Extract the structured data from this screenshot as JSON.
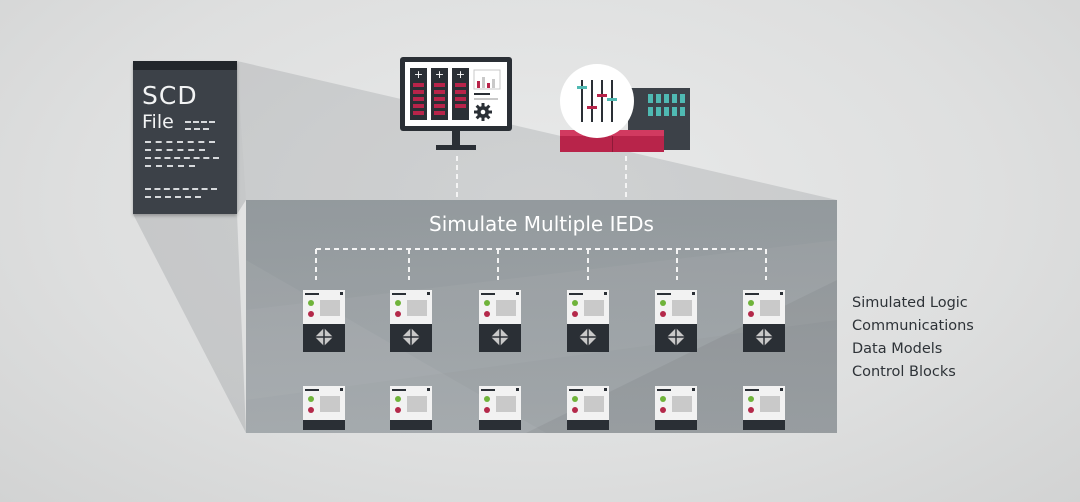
{
  "scd_file": {
    "title": "SCD",
    "subtitle": "File"
  },
  "ied_box": {
    "title": "Simulate Multiple IEDs"
  },
  "features": [
    "Simulated Logic",
    "Communications",
    "Data Models",
    "Control Blocks"
  ],
  "devices": {
    "row1_count": 6,
    "row2_count": 6
  },
  "colors": {
    "background": "#e2e3e3",
    "document": "#3c4148",
    "device_body": "#2a2f35",
    "led_green": "#6fb33a",
    "led_red": "#b4294a",
    "accent_crimson": "#b8244a",
    "teal": "#4fb9b2"
  },
  "icons": [
    "monitor-dashboard-icon",
    "battery-icon",
    "gear-icon",
    "bar-chart-icon",
    "mixer-sliders-icon",
    "ied-device-icon",
    "dpad-icon"
  ]
}
